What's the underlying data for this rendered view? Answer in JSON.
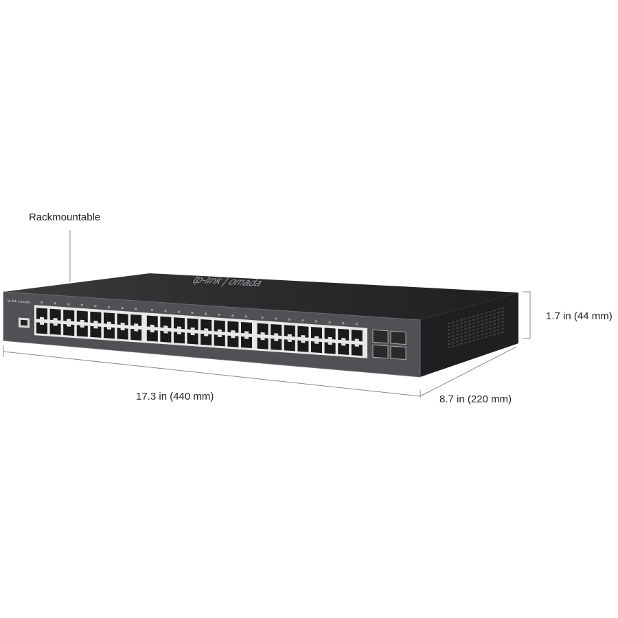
{
  "annotations": {
    "rackmount": "Rackmountable",
    "height": "1.7 in (44 mm)",
    "width": "17.3 in (440 mm)",
    "depth": "8.7 in (220 mm)"
  },
  "device": {
    "logo": "tp-link | omada",
    "rj45_ports": 48,
    "sfp_ports": 4,
    "colors": {
      "top": "#2e2f31",
      "front": "#55575a",
      "side": "#232426",
      "port_frame": "#e8e8e8",
      "port_hole": "#1a1a1a"
    }
  }
}
